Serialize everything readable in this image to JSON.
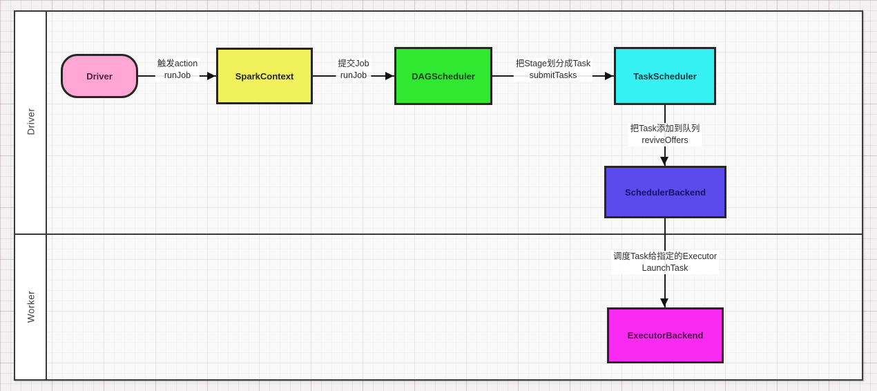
{
  "diagram": {
    "kind": "swimlane-flowchart",
    "lanes": [
      {
        "id": "driver",
        "label": "Driver"
      },
      {
        "id": "worker",
        "label": "Worker"
      }
    ],
    "nodes": [
      {
        "id": "driver",
        "label": "Driver",
        "shape": "rounded-pill",
        "fill": "#FFA6D5",
        "text_color": "#4a2342",
        "lane": "Driver"
      },
      {
        "id": "spark-context",
        "label": "SparkContext",
        "shape": "rect",
        "fill": "#F1F15C",
        "text_color": "#232323",
        "lane": "Driver"
      },
      {
        "id": "dag-scheduler",
        "label": "DAGScheduler",
        "shape": "rect",
        "fill": "#30E830",
        "text_color": "#1d3a1d",
        "lane": "Driver"
      },
      {
        "id": "task-scheduler",
        "label": "TaskScheduler",
        "shape": "rect",
        "fill": "#35F1F1",
        "text_color": "#14333d",
        "lane": "Driver"
      },
      {
        "id": "scheduler-backend",
        "label": "SchedulerBackend",
        "shape": "rect",
        "fill": "#5B4BEC",
        "text_color": "#131368",
        "lane": "Driver"
      },
      {
        "id": "executor-backend",
        "label": "ExecutorBackend",
        "shape": "rect",
        "fill": "#F92BF2",
        "text_color": "#4d0f4a",
        "lane": "Worker"
      }
    ],
    "edges": [
      {
        "from": "driver",
        "to": "spark-context",
        "direction": "right",
        "label": "触发action\nrunJob"
      },
      {
        "from": "spark-context",
        "to": "dag-scheduler",
        "direction": "right",
        "label": "提交Job\nrunJob"
      },
      {
        "from": "dag-scheduler",
        "to": "task-scheduler",
        "direction": "right",
        "label": "把Stage划分成Task\nsubmitTasks"
      },
      {
        "from": "task-scheduler",
        "to": "scheduler-backend",
        "direction": "down",
        "label": "把Task添加到队列\nreviveOffers"
      },
      {
        "from": "scheduler-backend",
        "to": "executor-backend",
        "direction": "down",
        "label": "调度Task给指定的Executor\nLaunchTask"
      }
    ]
  }
}
